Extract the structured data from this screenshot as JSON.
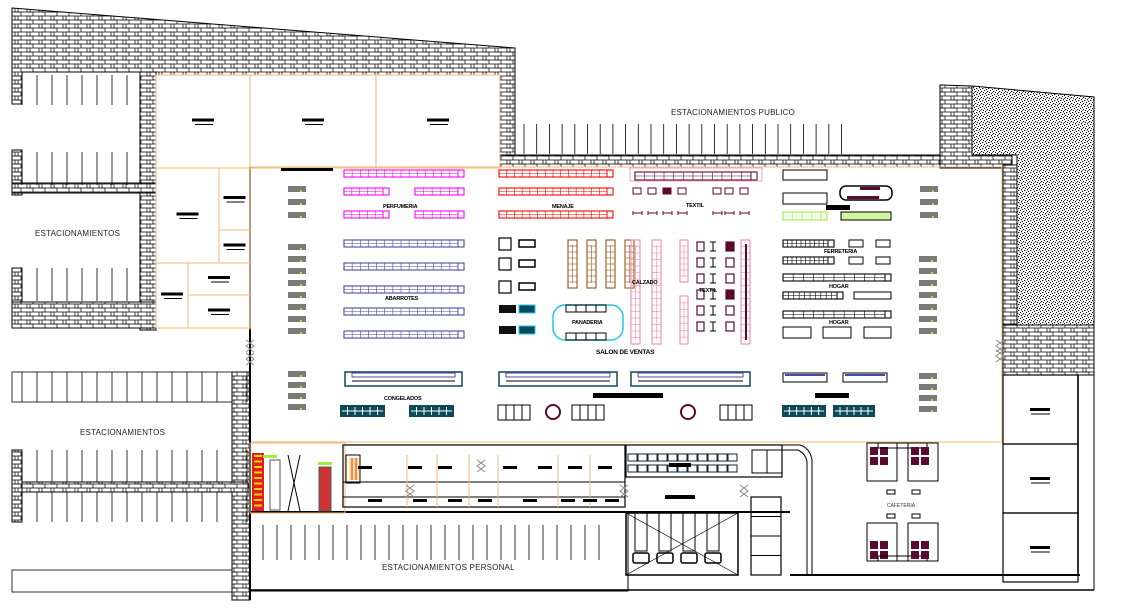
{
  "drawing": {
    "type": "supermarket floor plan (CAD)",
    "colors": {
      "wall_hatch": "#000000",
      "boundary_line": "#f5b97a",
      "perfumeria_shelves": "#ff00ff",
      "menaje_shelves": "#ff0000",
      "abarrotes_shelves": "#4b4ba0",
      "textil_furniture": "#5a0a2e",
      "calzado_shelves": "#f08aa8",
      "wood_shelves": "#a0521a",
      "refrigerated_cases": "#0c4a5a",
      "lime_accent": "#9ef03c",
      "cyan_accent": "#1ec8e6",
      "gray_fixtures": "#7a7a7a"
    }
  },
  "labels": {
    "parking_public": "ESTACIONAMIENTOS PUBLICO",
    "parking_left_top": "ESTACIONAMIENTOS",
    "parking_left_bottom": "ESTACIONAMIENTOS",
    "parking_staff": "ESTACIONAMIENTOS PERSONAL",
    "sales_floor": "SALON DE VENTAS",
    "perfumeria": "PERFUMERIA",
    "menaje": "MENAJE",
    "textil_top": "TEXTIL",
    "textil_mid": "TEXTIL",
    "abarrotes": "ABARROTES",
    "calzado": "CALZADO",
    "panaderia": "PANADERIA",
    "ferreteria": "FERRETERIA",
    "hogar_1": "HOGAR",
    "hogar_2": "HOGAR",
    "congelados": "CONGELADOS",
    "cafeteria": "CAFETERIA"
  },
  "rooms": {
    "top_warehouse_rooms": 3,
    "left_service_rooms": 6,
    "right_side_rooms": 3,
    "checkout_lanes": 4,
    "cafeteria_booth_groups": 4
  }
}
